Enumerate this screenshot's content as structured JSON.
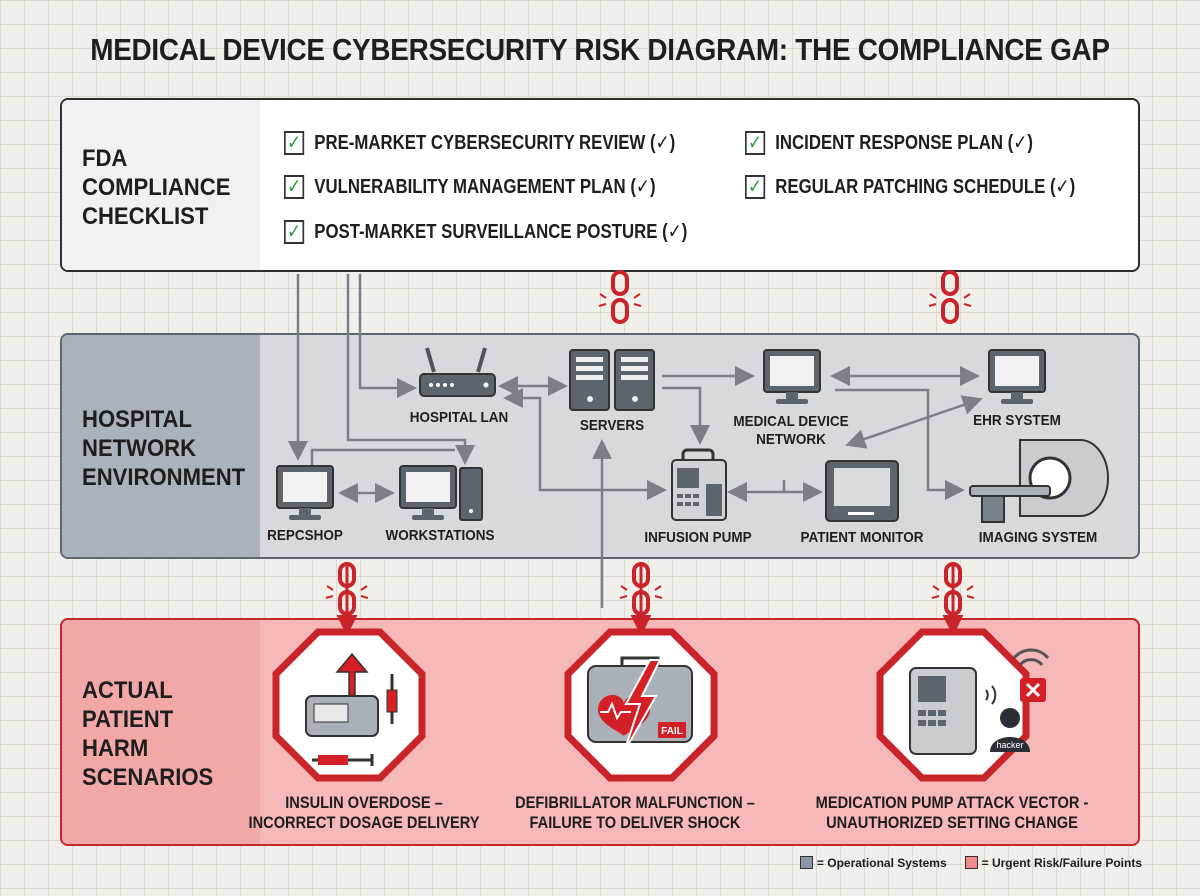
{
  "title": "Medical Device Cybersecurity Risk Diagram: The Compliance Gap",
  "checklist": {
    "title": "FDA Compliance Checklist",
    "check_glyph": "✓",
    "items": [
      "Pre-Market Cybersecurity Review (✓)",
      "Vulnerability Management Plan (✓)",
      "Post-Market Surveillance Posture (✓)",
      "Incident Response Plan (✓)",
      "Regular Patching Schedule (✓)"
    ]
  },
  "network": {
    "title": "Hospital Network Environment",
    "nodes": {
      "lan": "Hospital LAN",
      "servers": "Servers",
      "mdn1": "Medical Device",
      "mdn2": "Network",
      "ehr": "EHR System",
      "repcshop": "Repcshop",
      "workstations": "Workstations",
      "pump": "Infusion Pump",
      "monitor": "Patient Monitor",
      "imaging": "Imaging System"
    }
  },
  "harm": {
    "title": "Actual Patient Harm Scenarios",
    "scenarios": [
      {
        "line1": "Insulin Overdose –",
        "line2": "Incorrect Dosage Delivery"
      },
      {
        "line1": "Defibrillator Malfunction –",
        "line2": "Failure to Deliver Shock",
        "badge": "FAIL"
      },
      {
        "line1": "Medication Pump Attack Vector -",
        "line2": "Unauthorized Setting Change",
        "badge": "hacker"
      }
    ]
  },
  "legend": {
    "operational": "= Operational Systems",
    "risk": "= Urgent Risk/Failure Points"
  },
  "colors": {
    "operational": "#8b97a6",
    "risk": "#f08a8a",
    "danger": "#c8242a",
    "check": "#2e9e3e"
  }
}
